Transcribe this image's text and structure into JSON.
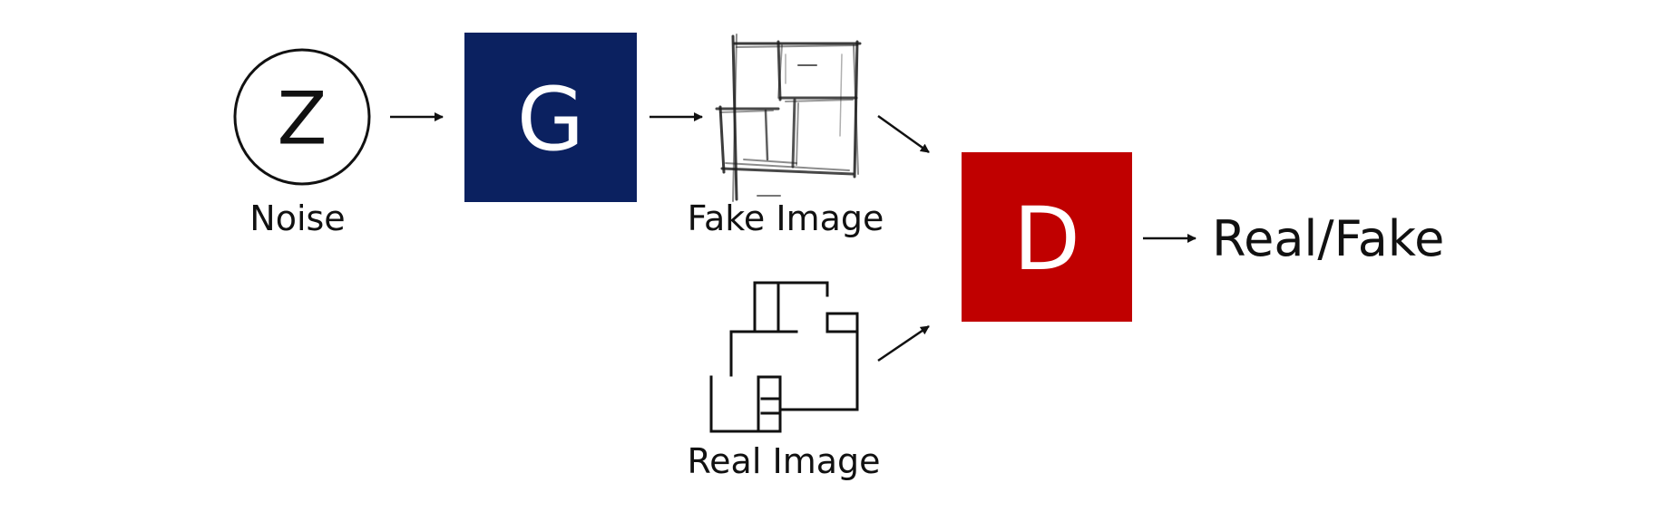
{
  "diagram": {
    "noise_node": {
      "symbol": "Z",
      "label": "Noise"
    },
    "generator": {
      "symbol": "G",
      "color": "#0b2160"
    },
    "fake_image": {
      "label": "Fake Image"
    },
    "real_image": {
      "label": "Real Image"
    },
    "discriminator": {
      "symbol": "D",
      "color": "#c00000"
    },
    "output": {
      "label": "Real/Fake"
    }
  }
}
